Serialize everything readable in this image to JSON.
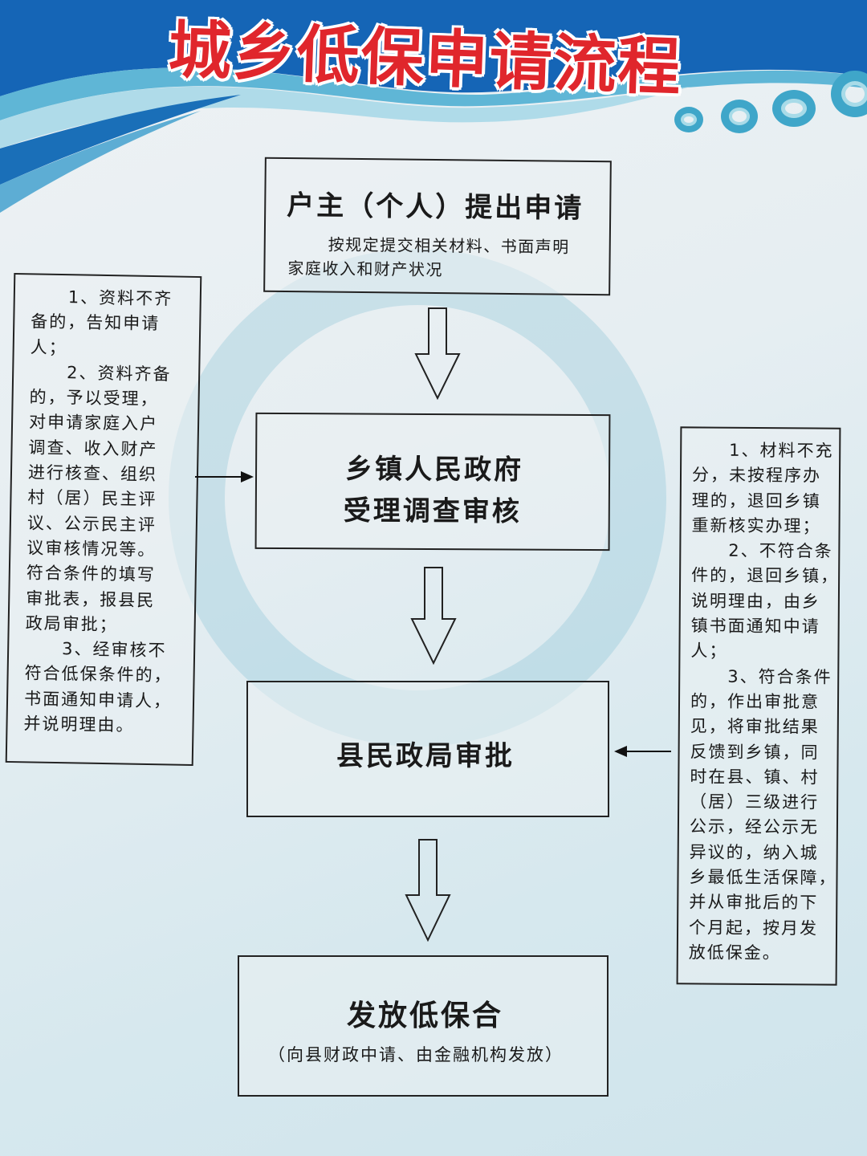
{
  "header": {
    "title": "城乡低保申请流程",
    "title_color": "#e0262c",
    "banner_color": "#1565b6",
    "accent_color": "#3fa6c9",
    "decorations": [
      "ring-icon",
      "ring-icon",
      "ring-icon",
      "ring-icon",
      "ring-icon"
    ]
  },
  "flow": {
    "steps": [
      {
        "title": "户主（个人）提出申请",
        "subtitle_line1": "按规定提交相关材料、书面声明",
        "subtitle_line2": "家庭收入和财产状况"
      },
      {
        "title_line1": "乡镇人民政府",
        "title_line2": "受理调查审核"
      },
      {
        "title": "县民政局审批"
      },
      {
        "title": "发放低保合",
        "subtitle": "（向县财政中请、由金融机构发放）"
      }
    ],
    "arrows": [
      "down-arrow-icon",
      "down-arrow-icon",
      "down-arrow-icon"
    ]
  },
  "left_note": {
    "lines": [
      "　　1、资料不齐",
      "备的，告知申请",
      "人；",
      "　　2、资料齐备",
      "的，予以受理，",
      "对申请家庭入户",
      "调查、收入财产",
      "进行核查、组织",
      "村（居）民主评",
      "议、公示民主评",
      "议审核情况等。",
      "符合条件的填写",
      "审批表，报县民",
      "政局审批；",
      "　　3、经审核不",
      "符合低保条件的，",
      "书面通知申请人，",
      "并说明理由。"
    ]
  },
  "right_note": {
    "lines": [
      "　　1、材料不充",
      "分，未按程序办",
      "理的，退回乡镇",
      "重新核实办理；",
      "　　2、不符合条",
      "件的，退回乡镇，",
      "说明理由，由乡",
      "镇书面通知中请",
      "人；",
      "　　3、符合条件",
      "的，作出审批意",
      "见，将审批结果",
      "反馈到乡镇，同",
      "时在县、镇、村",
      "（居）三级进行",
      "公示，经公示无",
      "异议的，纳入城",
      "乡最低生活保障，",
      "并从审批后的下",
      "个月起，按月发",
      "放低保金。"
    ]
  }
}
